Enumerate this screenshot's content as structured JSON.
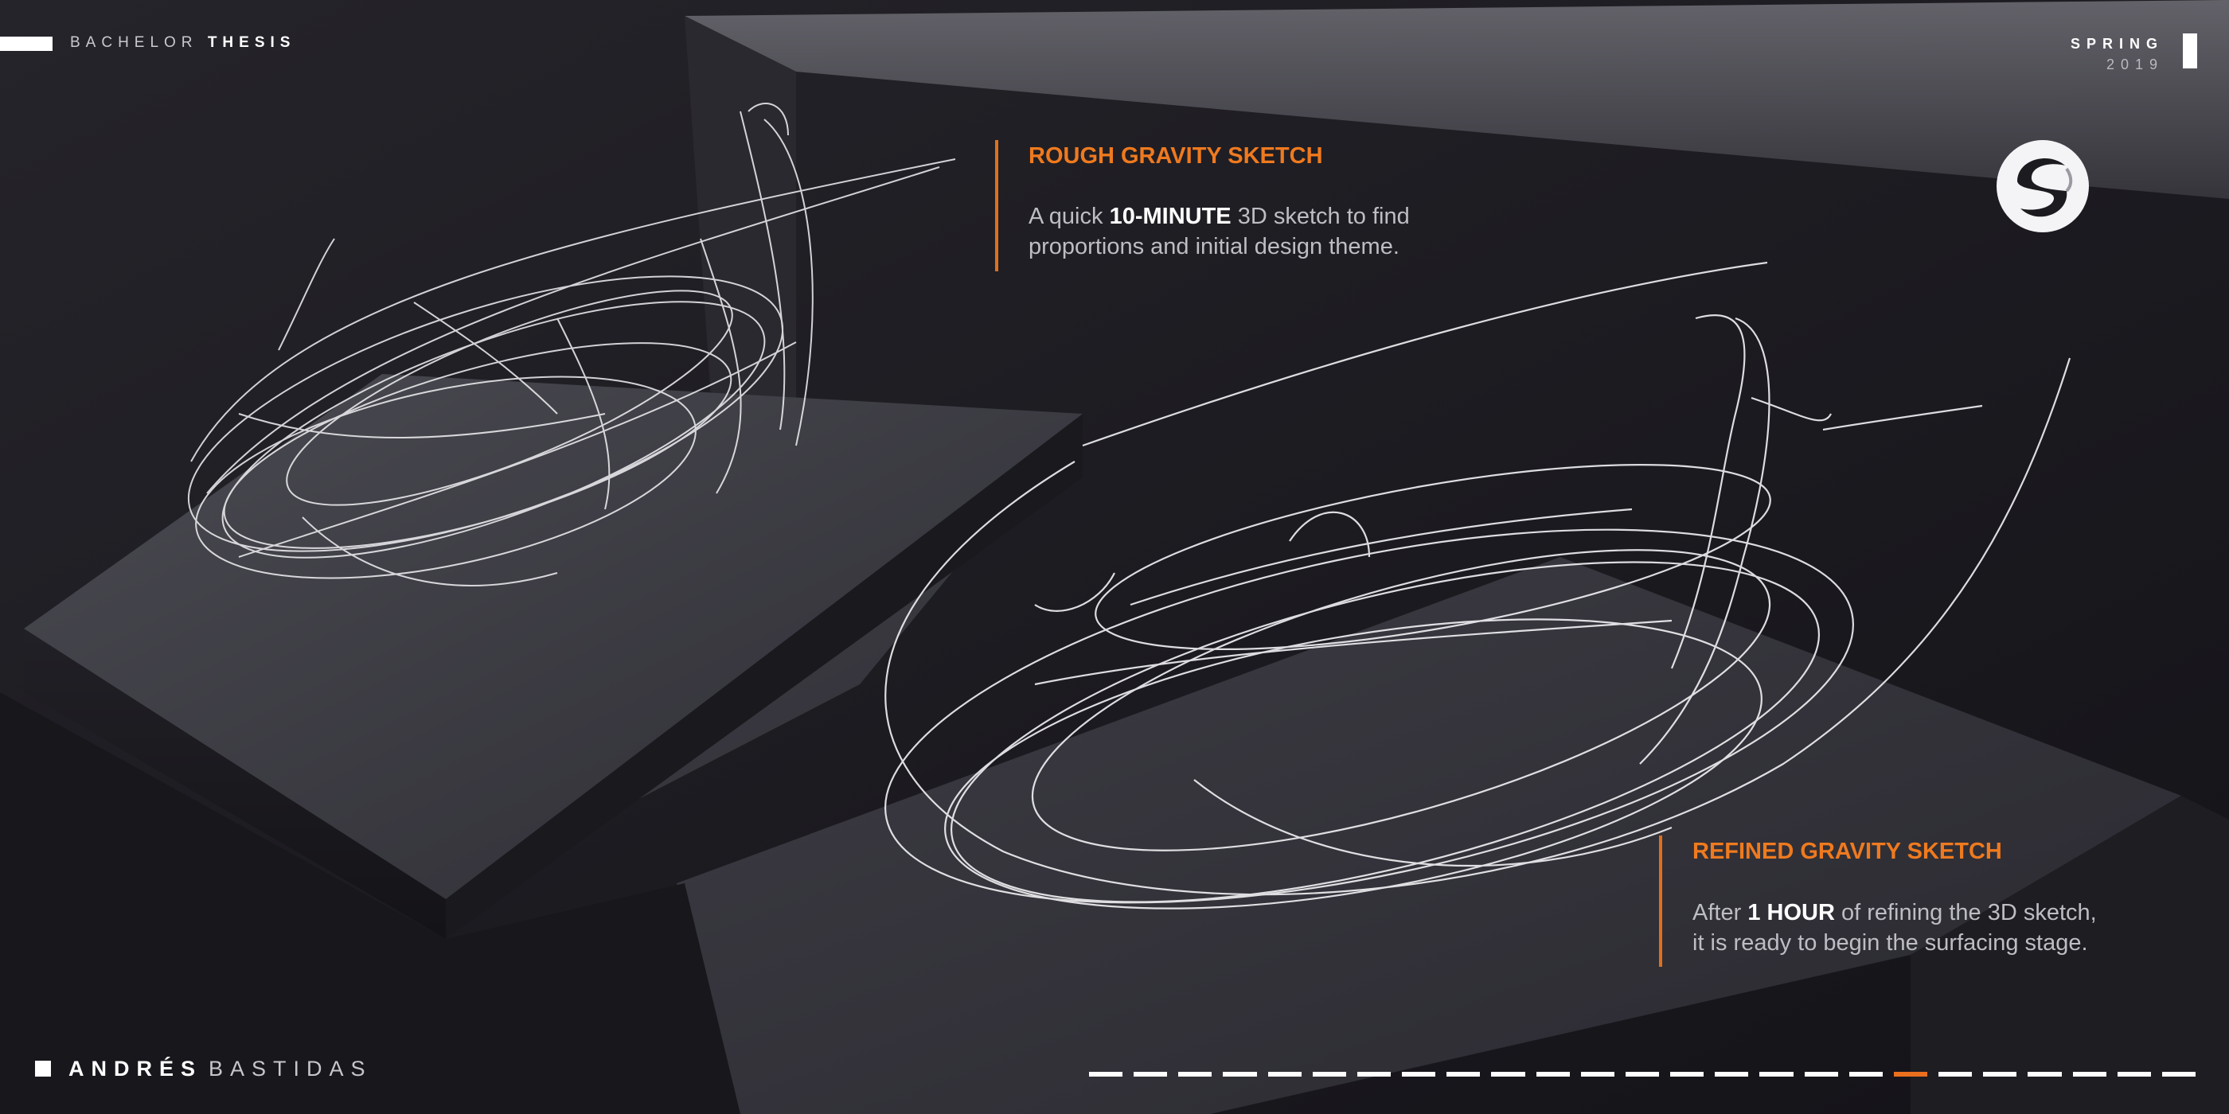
{
  "header": {
    "left_prefix": "BACHELOR",
    "left_emphasis": "THESIS",
    "season": "SPRING",
    "year": "2019"
  },
  "logo": {
    "icon": "brand-s-logo-icon"
  },
  "rough": {
    "title": "ROUGH GRAVITY SKETCH",
    "line1_before": "A quick ",
    "line1_emphasis": "10-MINUTE",
    "line1_after": " 3D sketch to find",
    "line2": "proportions and initial design theme."
  },
  "refined": {
    "title": "REFINED GRAVITY SKETCH",
    "line1_before": "After ",
    "line1_emphasis": "1 HOUR",
    "line1_after": " of refining the 3D sketch,",
    "line2": "it is ready to begin the surfacing stage."
  },
  "author": {
    "first": "ANDRÉS",
    "last": "BASTIDAS"
  },
  "pagination": {
    "total_pages": 25,
    "current_page": 19
  },
  "colors": {
    "accent": "#ef7a1f",
    "background": "#1c1b20",
    "text": "#ffffff"
  }
}
